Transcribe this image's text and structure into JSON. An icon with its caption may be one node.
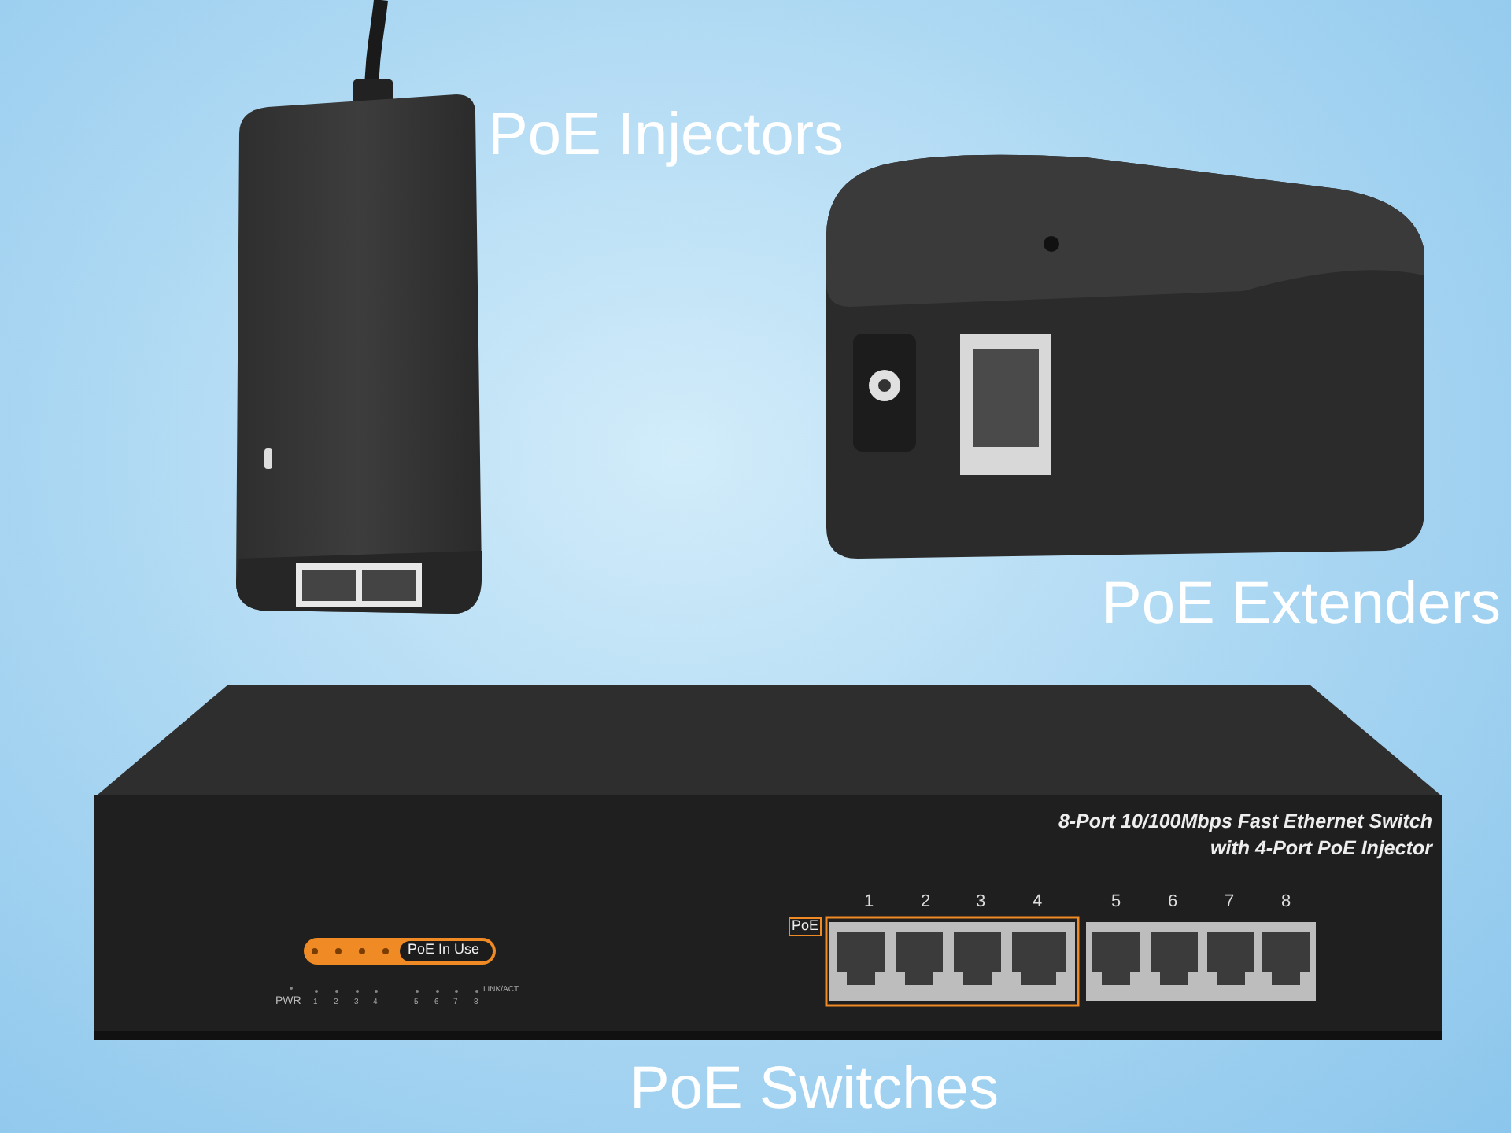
{
  "diagram": {
    "labels": [
      "PoE Injectors",
      "PoE Extenders",
      "8-Port 10/100Mbps Fast Ethernet Switch with 4-Port PoE Injector",
      "1",
      "2",
      "3",
      "4",
      "5",
      "6",
      "7",
      "8",
      "PoE",
      "PoE In Use",
      "LINK/ACT",
      "PWR",
      "1",
      "2",
      "3",
      "4",
      "5",
      "6",
      "7",
      "8",
      "PoE Switches"
    ]
  }
}
